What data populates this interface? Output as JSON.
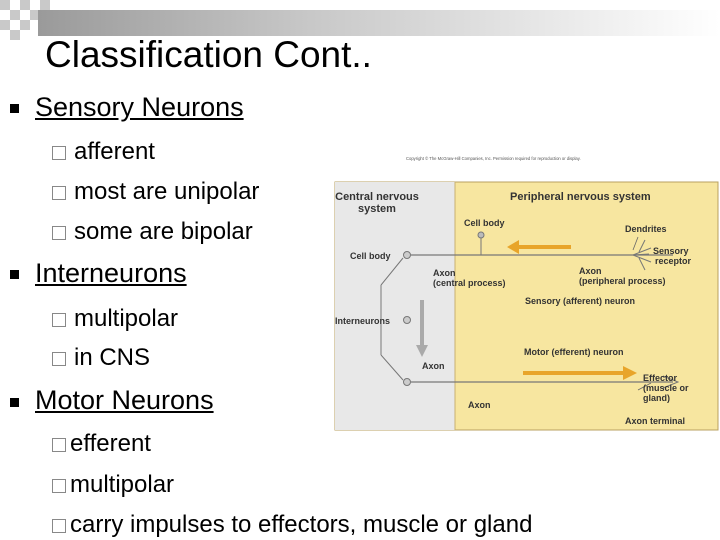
{
  "slide": {
    "title": "Classification Cont..",
    "sections": [
      {
        "heading": "Sensory Neurons",
        "items": [
          "afferent",
          "most are unipolar",
          "some are bipolar"
        ]
      },
      {
        "heading": "Interneurons",
        "items": [
          "multipolar",
          "in CNS"
        ]
      },
      {
        "heading": "Motor Neurons",
        "items": [
          "efferent",
          "multipolar",
          "carry impulses to effectors, muscle or gland"
        ]
      }
    ]
  },
  "figure": {
    "copyright": "Copyright © The McGraw-Hill Companies, Inc. Permission required for reproduction or display.",
    "cns_label": "Central nervous system",
    "pns_label": "Peripheral nervous system",
    "labels": {
      "cell_body_top": "Cell body",
      "cell_body_left": "Cell body",
      "dendrites": "Dendrites",
      "sensory_receptor": "Sensory receptor",
      "axon_central": "Axon (central process)",
      "axon_peripheral": "Axon (peripheral process)",
      "sensory_neuron": "Sensory (afferent) neuron",
      "interneurons": "Interneurons",
      "motor_neuron": "Motor (efferent) neuron",
      "axon_mid": "Axon",
      "effector": "Effector (muscle or gland)",
      "axon_bottom": "Axon",
      "axon_terminal": "Axon terminal"
    },
    "colors": {
      "cns_bg": "#e8e8e8",
      "pns_bg": "#f7e6a0",
      "arrow": "#e8a52a",
      "border": "#b8a060"
    }
  }
}
